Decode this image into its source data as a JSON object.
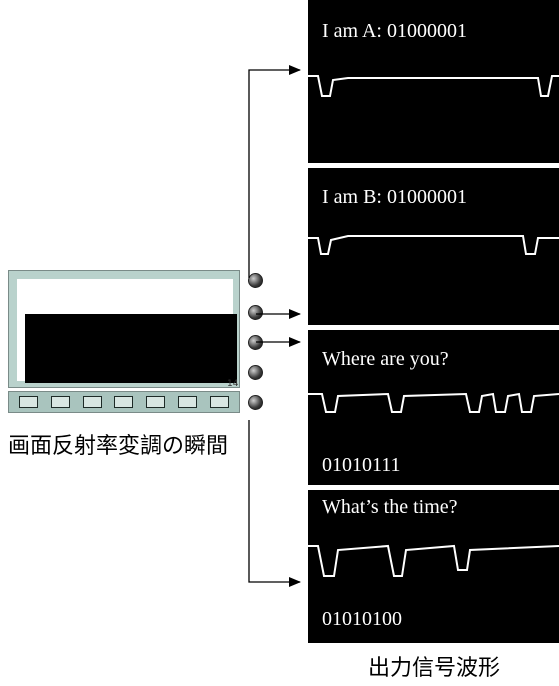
{
  "device_label": "画面反射率変調の瞬間",
  "device_screen_number": "14",
  "output_label": "出力信号波形",
  "panels": [
    {
      "caption": "I am A: 01000001"
    },
    {
      "caption": "I am B: 01000001"
    },
    {
      "caption": "Where are you?",
      "bits": "01010111"
    },
    {
      "caption": "What’s the time?",
      "bits": "01010100"
    }
  ],
  "colors": {
    "panel_bg": "#000000",
    "panel_text": "#ffffff",
    "screen_frame": "#b9d2cc"
  },
  "icons": [
    "arrow-icon",
    "round-button-icon",
    "toolbar-icon"
  ]
}
